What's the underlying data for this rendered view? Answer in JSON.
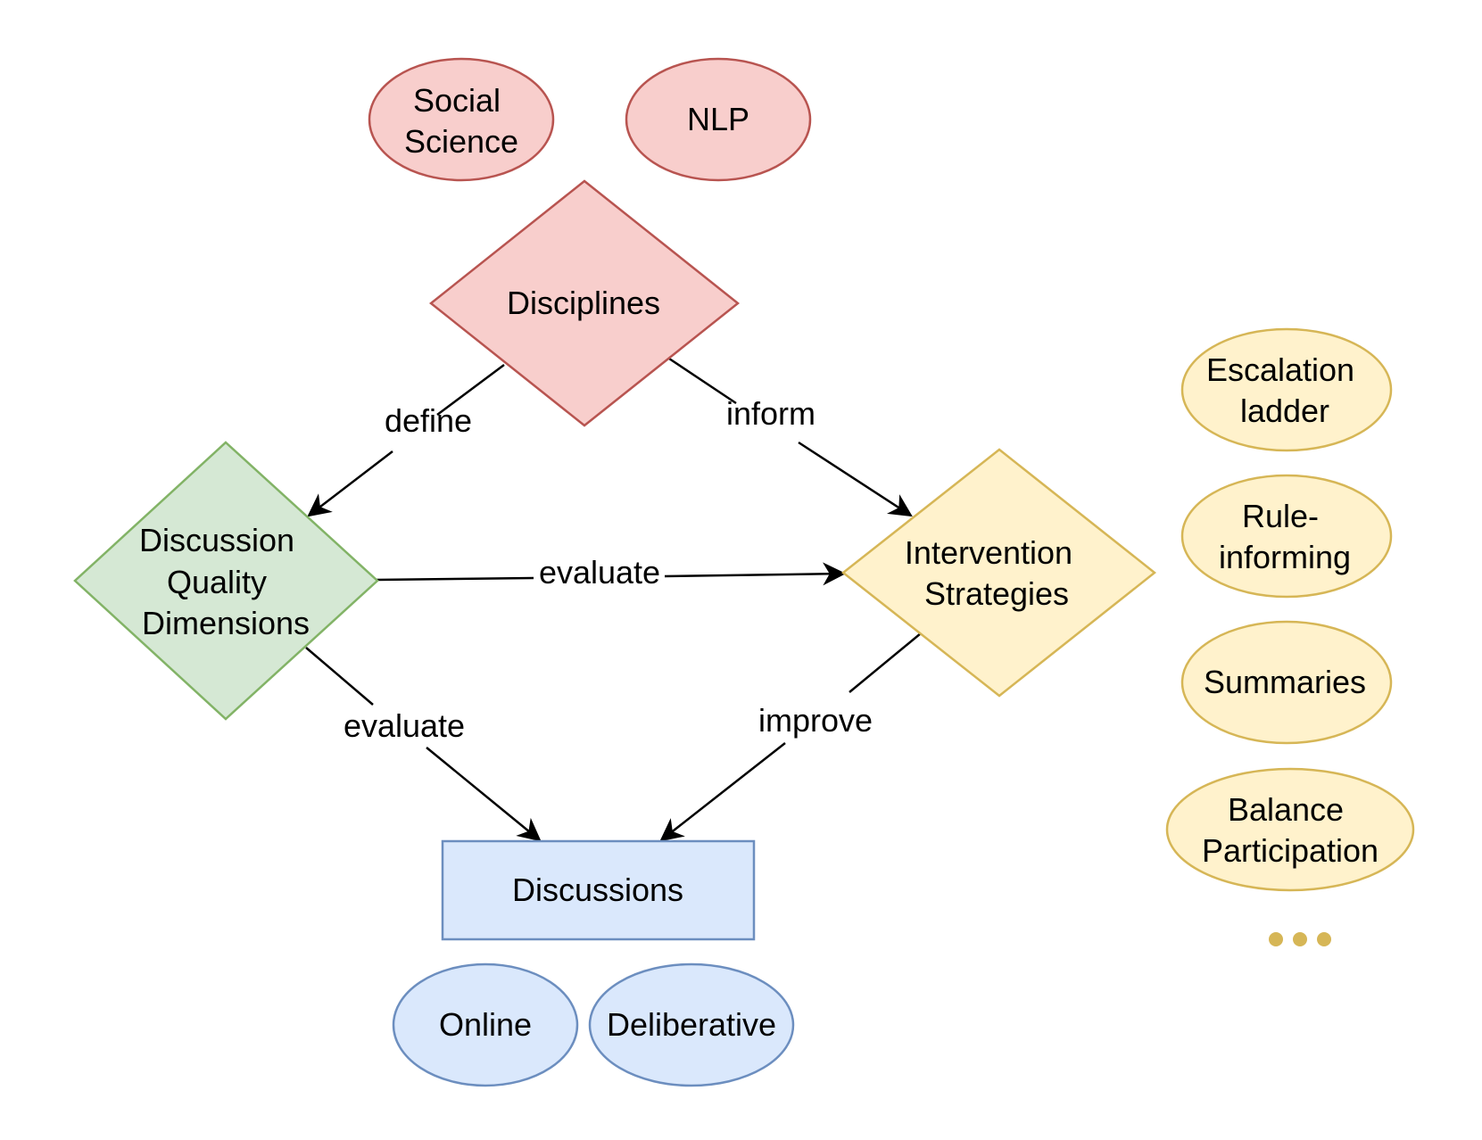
{
  "colors": {
    "red_fill": "#f8cecc",
    "red_stroke": "#b85450",
    "green_fill": "#d5e8d4",
    "green_stroke": "#82b366",
    "yellow_fill": "#fff2cc",
    "yellow_stroke": "#d6b656",
    "blue_fill": "#dae8fc",
    "blue_stroke": "#6c8ebf",
    "dots": "#d6b656"
  },
  "disciplines": {
    "label": "Disciplines",
    "examples": [
      {
        "lines": [
          "Social",
          "Science"
        ]
      },
      {
        "lines": [
          "NLP"
        ]
      }
    ]
  },
  "quality": {
    "lines": [
      "Discussion",
      "Quality",
      "Dimensions"
    ]
  },
  "interventions": {
    "lines": [
      "Intervention",
      "Strategies"
    ],
    "examples": [
      {
        "lines": [
          "Escalation",
          "ladder"
        ]
      },
      {
        "lines": [
          "Rule-",
          "informing"
        ]
      },
      {
        "lines": [
          "Summaries"
        ]
      },
      {
        "lines": [
          "Balance",
          "Participation"
        ]
      }
    ],
    "more_icon": "ellipsis-icon"
  },
  "discussions": {
    "label": "Discussions",
    "examples": [
      {
        "lines": [
          "Online"
        ]
      },
      {
        "lines": [
          "Deliberative"
        ]
      }
    ]
  },
  "edges": {
    "define": "define",
    "inform": "inform",
    "evaluate_strategies": "evaluate",
    "evaluate_discussions": "evaluate",
    "improve": "improve"
  }
}
